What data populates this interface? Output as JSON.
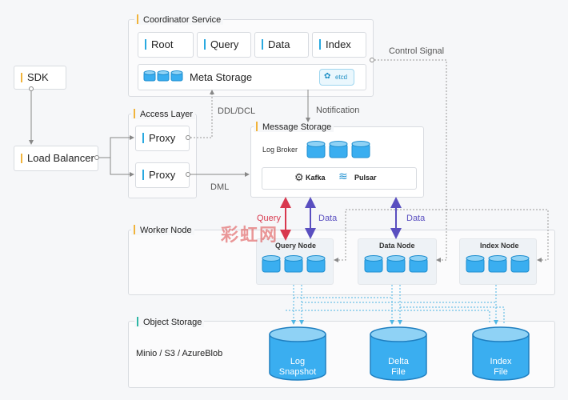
{
  "coordinator": {
    "title": "Coordinator Service",
    "root": "Root",
    "query": "Query",
    "data": "Data",
    "index": "Index",
    "meta_storage": "Meta Storage",
    "etcd": "etcd"
  },
  "sdk": "SDK",
  "load_balancer": "Load Balancer",
  "access_layer": {
    "title": "Access Layer",
    "proxy1": "Proxy",
    "proxy2": "Proxy"
  },
  "message_storage": {
    "title": "Message Storage",
    "log_broker": "Log Broker",
    "kafka": "Kafka",
    "pulsar": "Pulsar"
  },
  "labels": {
    "control_signal": "Control Signal",
    "notification": "Notification",
    "ddl_dcl": "DDL/DCL",
    "dml": "DML",
    "query": "Query",
    "data1": "Data",
    "data2": "Data"
  },
  "worker_node": {
    "title": "Worker Node",
    "query_node": "Query Node",
    "data_node": "Data Node",
    "index_node": "Index Node"
  },
  "object_storage": {
    "title": "Object Storage",
    "providers": "Minio / S3 / AzureBlob",
    "log_snapshot": [
      "Log",
      "Snapshot"
    ],
    "delta_file": [
      "Delta",
      "File"
    ],
    "index_file": [
      "Index",
      "File"
    ]
  },
  "watermark": "彩虹网",
  "colors": {
    "accent": "#f1b33b",
    "tag": "#29a9e0",
    "cylinder": "#3aaef0",
    "query_arrow": "#d8384e",
    "data_arrow": "#5a4fc0"
  }
}
